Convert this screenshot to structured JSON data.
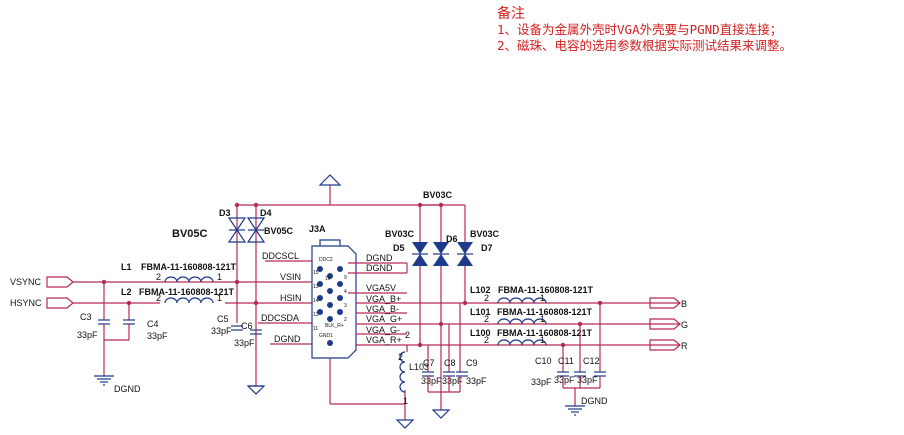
{
  "notes": {
    "title": "备注",
    "line1": "1、设备为金属外壳时VGA外壳要与PGND直接连接；",
    "line2": "2、磁珠、电容的选用参数根据实际测试结果来调整。"
  },
  "ports": {
    "vsync": "VSYNC",
    "hsync": "HSYNC",
    "b": "B",
    "g": "G",
    "r": "R"
  },
  "inductors": {
    "l1": {
      "ref": "L1",
      "part": "FBMA-11-160808-121T",
      "p2": "2",
      "p1": "1"
    },
    "l2": {
      "ref": "L2",
      "part": "FBMA-11-160808-121T",
      "p2": "2",
      "p1": "1"
    },
    "l102": {
      "ref": "L102",
      "part": "FBMA-11-160808-121T",
      "p2": "2",
      "p1": "1"
    },
    "l101": {
      "ref": "L101",
      "part": "FBMA-11-160808-121T",
      "p2": "2",
      "p1": "1"
    },
    "l100": {
      "ref": "L100",
      "part": "FBMA-11-160808-121T",
      "p2": "2",
      "p1": "1"
    },
    "l103": {
      "ref": "L103",
      "p2": "2",
      "p1": "1"
    }
  },
  "caps": {
    "c3": {
      "ref": "C3",
      "val": "33pF"
    },
    "c4": {
      "ref": "C4",
      "val": "33pF"
    },
    "c5": {
      "ref": "C5",
      "val": "33pF"
    },
    "c6": {
      "ref": "C6",
      "val": "33pF"
    },
    "c7": {
      "ref": "C7",
      "val": "33pF"
    },
    "c8": {
      "ref": "C8",
      "val": "33pF"
    },
    "c9": {
      "ref": "C9",
      "val": "33pF"
    },
    "c10": {
      "ref": "C10",
      "val": "33pF"
    },
    "c11": {
      "ref": "C11",
      "val": "33pF"
    },
    "c12": {
      "ref": "C12",
      "val": "33pF"
    }
  },
  "diodes": {
    "bv05c_label": "BV05C",
    "d3": {
      "ref": "D3"
    },
    "d4": {
      "ref": "D4",
      "part": "BV05C"
    },
    "bv03c_top": "BV03C",
    "bv03c_left": "BV03C",
    "bv03c_right": "BV03C",
    "d5": {
      "ref": "D5"
    },
    "d6": {
      "ref": "D6"
    },
    "d7": {
      "ref": "D7"
    }
  },
  "connector": {
    "ref": "J3A",
    "left_labels": [
      "DDCSCL",
      "VSIN",
      "HSIN",
      "DDCSDA",
      "DGND"
    ],
    "right_labels": [
      "DGND",
      "DGND",
      "VGA5V",
      "VGA_B+",
      "VGA_B-",
      "VGA_G+",
      "VGA_G-",
      "VGA_R+"
    ],
    "pins_left": [
      "15",
      "13",
      "14",
      "12",
      "11",
      "5",
      "10"
    ],
    "pins_right": [
      "9",
      "8",
      "4",
      "3",
      "2",
      "1"
    ],
    "pin_tags": [
      "DDC2",
      "GND1",
      "BLK_R+"
    ]
  },
  "grounds": {
    "dgnd_left": "DGND",
    "dgnd_right": "DGND",
    "ground_pin": "1"
  }
}
